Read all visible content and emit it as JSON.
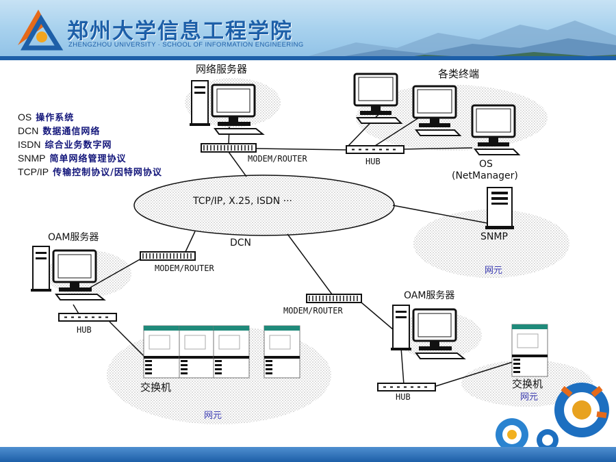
{
  "header": {
    "title": "郑州大学信息工程学院",
    "subtitle": "ZHENGZHOU UNIVERSITY · SCHOOL OF INFORMATION ENGINEERING"
  },
  "legend": [
    {
      "abbr": "OS",
      "desc": "操作系统"
    },
    {
      "abbr": "DCN",
      "desc": "数据通信网络"
    },
    {
      "abbr": "ISDN",
      "desc": "综合业务数字网"
    },
    {
      "abbr": "SNMP",
      "desc": "简单网络管理协议"
    },
    {
      "abbr": "TCP/IP",
      "desc": "传输控制协议/因特网协议"
    }
  ],
  "diagram": {
    "network_server": "网络服务器",
    "terminals": "各类终端",
    "modem_router_top": "MODEM/ROUTER",
    "hub_top": "HUB",
    "os_label": "OS",
    "netmanager": "(NetManager)",
    "cloud_text": "TCP/IP, X.25, ISDN ···",
    "dcn": "DCN",
    "snmp": "SNMP",
    "ne_right": "网元",
    "oam_left": "OAM服务器",
    "modem_router_left": "MODEM/ROUTER",
    "hub_left": "HUB",
    "switch_left": "交换机",
    "ne_left": "网元",
    "modem_router_mid": "MODEM/ROUTER",
    "oam_right": "OAM服务器",
    "hub_right": "HUB",
    "switch_right": "交换机",
    "ne_bottom_right": "网元"
  },
  "colors": {
    "accent": "#1d5fa8",
    "legend_text": "#12157a",
    "ne_label": "#3a3ab0"
  }
}
